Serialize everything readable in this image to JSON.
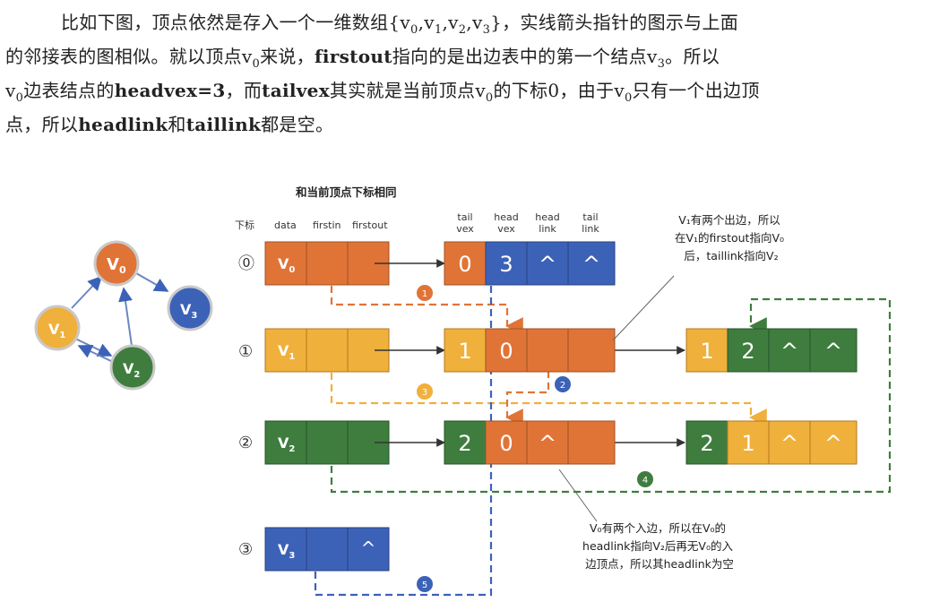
{
  "paragraph": {
    "line1_a": "比如下图，顶点依然是存入一个一维数组{v",
    "line1_s0": "0",
    "line1_b": ",v",
    "line1_s1": "1",
    "line1_c": ",v",
    "line1_s2": "2",
    "line1_d": ",v",
    "line1_s3": "3",
    "line1_e": "}，实线箭头指针的图示与上面",
    "line2_a": "的邻接表的图相似。就以顶点v",
    "line2_s0": "0",
    "line2_b": "来说，",
    "line2_firstout": "firstout",
    "line2_c": "指向的是出边表中的第一个结点v",
    "line2_s3": "3",
    "line2_d": "。所以",
    "line3_a": "v",
    "line3_s0": "0",
    "line3_b": "边表结点的",
    "line3_headvex": "headvex=3",
    "line3_c": "，而",
    "line3_tailvex": "tailvex",
    "line3_d": "其实就是当前顶点v",
    "line3_s0b": "0",
    "line3_e": "的下标0，由于v",
    "line3_s0c": "0",
    "line3_f": "只有一个出边顶",
    "line4_a": "点，所以",
    "line4_headlink": "headlink",
    "line4_b": "和",
    "line4_taillink": "taillink",
    "line4_c": "都是空。"
  },
  "figure": {
    "top_caption": "和当前顶点下标相同",
    "headers": {
      "index": "下标",
      "data": "data",
      "firstin": "firstin",
      "firstout": "firstout",
      "tailvex": [
        "tail",
        "vex"
      ],
      "headvex": [
        "head",
        "vex"
      ],
      "headlink": [
        "head",
        "link"
      ],
      "taillink": [
        "tail",
        "link"
      ]
    },
    "graph_nodes": [
      {
        "label": "V",
        "sub": "0",
        "color": "#e07437"
      },
      {
        "label": "V",
        "sub": "1",
        "color": "#f0b03c"
      },
      {
        "label": "V",
        "sub": "2",
        "color": "#3f7d3e"
      },
      {
        "label": "V",
        "sub": "3",
        "color": "#3c62b8"
      }
    ],
    "row_indices": [
      "⓪",
      "①",
      "②",
      "③"
    ],
    "vertex_cells": [
      {
        "label": "V",
        "sub": "0",
        "firstout_mark": "",
        "firstin_mark": ""
      },
      {
        "label": "V",
        "sub": "1",
        "firstout_mark": "",
        "firstin_mark": ""
      },
      {
        "label": "V",
        "sub": "2",
        "firstout_mark": "",
        "firstin_mark": ""
      },
      {
        "label": "V",
        "sub": "3",
        "firstout_mark": "^",
        "firstin_mark": ""
      }
    ],
    "edge_nodes": {
      "r0": [
        "0",
        "3",
        "^",
        "^"
      ],
      "r1a": [
        "1",
        "0",
        "",
        ""
      ],
      "r1b": [
        "1",
        "2",
        "^",
        "^"
      ],
      "r2a": [
        "2",
        "0",
        "^",
        ""
      ],
      "r2b": [
        "2",
        "1",
        "^",
        "^"
      ]
    },
    "step_markers": [
      "1",
      "2",
      "3",
      "4",
      "5"
    ],
    "note_v1": [
      "V₁有两个出边，所以",
      "在V₁的firstout指向V₀",
      "后，taillink指向V₂"
    ],
    "note_v0": [
      "V₀有两个入边，所以在V₀的",
      "headlink指向V₂后再无V₀的入",
      "边顶点，所以其headlink为空"
    ],
    "colors": {
      "orange": "#e07437",
      "yellow": "#f0b03c",
      "green": "#3f7d3e",
      "blue": "#3c62b8"
    }
  }
}
